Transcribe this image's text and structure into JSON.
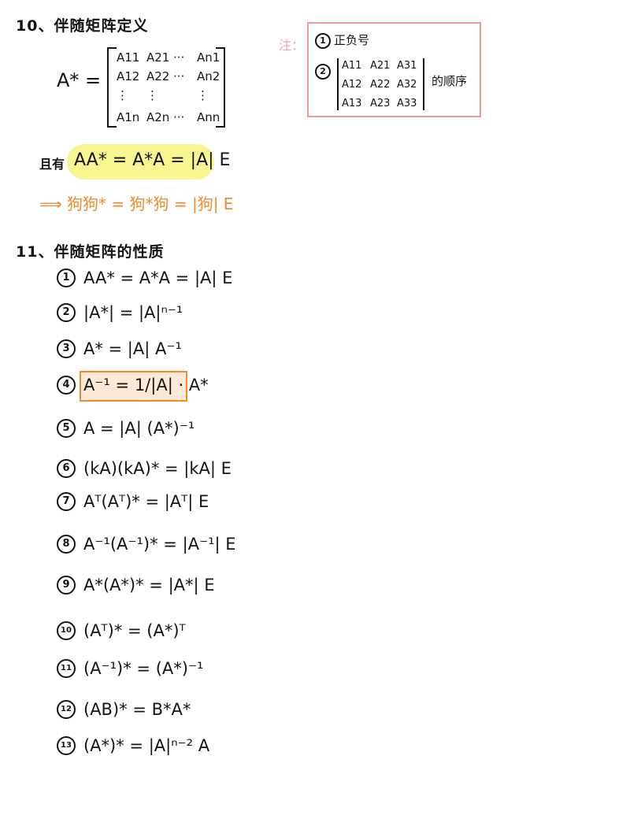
{
  "section10": {
    "title": "10、伴随矩阵定义",
    "matrix_label": "A* =",
    "matrix_rows": [
      [
        "A11",
        "A21",
        "···",
        "An1"
      ],
      [
        "A12",
        "A22",
        "···",
        "An2"
      ],
      [
        "⋮",
        "⋮",
        "",
        "⋮"
      ],
      [
        "A1n",
        "A2n",
        "···",
        "Ann"
      ]
    ],
    "note": {
      "label": "注：",
      "item1": "正负号",
      "det_rows": [
        [
          "A11",
          "A21",
          "A31"
        ],
        [
          "A12",
          "A22",
          "A32"
        ],
        [
          "A13",
          "A23",
          "A33"
        ]
      ],
      "item2_suffix": "的顺序"
    },
    "and_has_prefix": "且有",
    "highlight_formula": "AA* = A*A = |A| E",
    "dog_formula": "⟹ 狗狗* = 狗*狗 = |狗| E"
  },
  "section11": {
    "title": "11、伴随矩阵的性质",
    "properties": [
      {
        "num": "1",
        "text": "AA* = A*A = |A| E"
      },
      {
        "num": "2",
        "text": "|A*| = |A|ⁿ⁻¹"
      },
      {
        "num": "3",
        "text": "A* = |A| A⁻¹"
      },
      {
        "num": "4",
        "text": "A⁻¹ = 1/|A| · A*"
      },
      {
        "num": "5",
        "text": "A = |A| (A*)⁻¹"
      },
      {
        "num": "6",
        "text": "(kA)(kA)* = |kA| E"
      },
      {
        "num": "7",
        "text": "Aᵀ(Aᵀ)* = |Aᵀ| E"
      },
      {
        "num": "8",
        "text": "A⁻¹(A⁻¹)* = |A⁻¹| E"
      },
      {
        "num": "9",
        "text": "A*(A*)* = |A*| E"
      },
      {
        "num": "10",
        "text": "(Aᵀ)* = (A*)ᵀ"
      },
      {
        "num": "11",
        "text": "(A⁻¹)* = (A*)⁻¹"
      },
      {
        "num": "12",
        "text": "(AB)* = B*A*"
      },
      {
        "num": "13",
        "text": "(A*)* = |A|ⁿ⁻² A"
      }
    ]
  }
}
